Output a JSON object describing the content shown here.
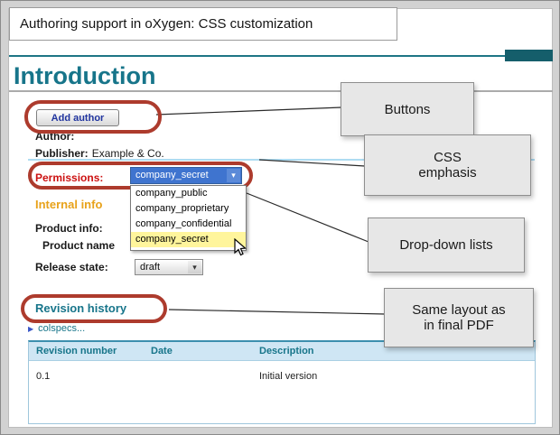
{
  "slide": {
    "title": "Authoring support in oXygen: CSS customization"
  },
  "document": {
    "heading": "Introduction",
    "add_author_button": "Add author",
    "author_label": "Author:",
    "publisher_label": "Publisher:",
    "publisher_value": "Example & Co.",
    "permissions_label": "Permissions:",
    "permissions_dropdown": {
      "selected": "company_secret",
      "options": [
        "company_public",
        "company_proprietary",
        "company_confidential",
        "company_secret"
      ]
    },
    "internal_info_heading": "Internal info",
    "product_info_label": "Product info:",
    "product_name_label": "Product name",
    "release_state_label": "Release state:",
    "release_state_dropdown": {
      "selected": "draft"
    },
    "revision_history_heading": "Revision history",
    "colspecs_link": "colspecs...",
    "revision_table": {
      "headers": [
        "Revision number",
        "Date",
        "Description"
      ],
      "rows": [
        {
          "revision_number": "0.1",
          "date": "",
          "description": "Initial version"
        }
      ]
    }
  },
  "callouts": {
    "buttons": "Buttons",
    "css_emphasis": "CSS\nemphasis",
    "dropdown_lists": "Drop-down lists",
    "pdf_layout": "Same layout as\nin final PDF"
  },
  "icons": {
    "dropdown_arrow": "▾",
    "expand_triangle": "▶"
  },
  "colors": {
    "accent_teal": "#17758a",
    "annotation_red": "#ad3b2d",
    "permissions_red": "#cc1111",
    "internal_info_orange": "#e8a21a",
    "selection_blue": "#3f74cf",
    "option_highlight_yellow": "#fff59c"
  }
}
